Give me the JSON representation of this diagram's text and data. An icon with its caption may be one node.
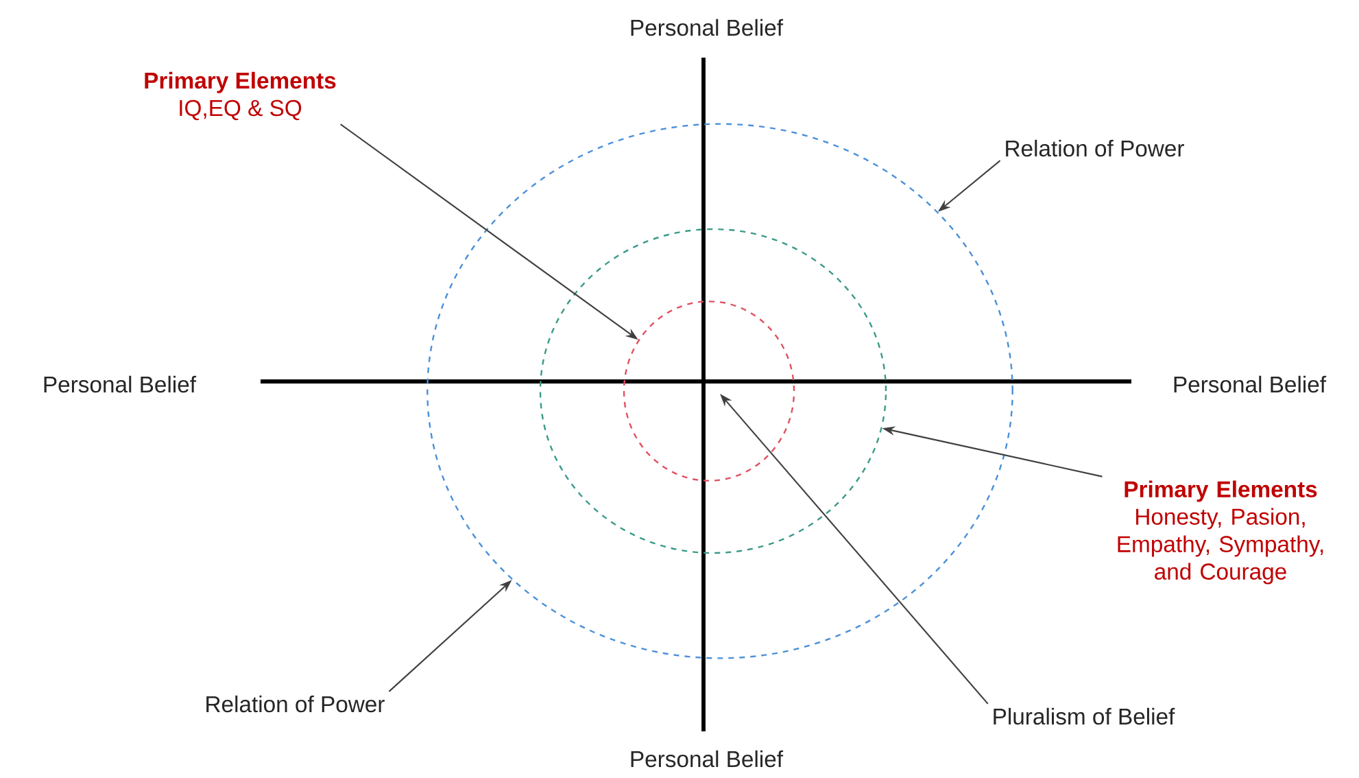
{
  "diagram": {
    "nodes": [
      {
        "text": [
          "Primary Elements",
          "IQ,EQ & SQ"
        ]
      },
      {
        "text": [],
        "shape": "circle"
      },
      {
        "text": [],
        "shape": "circle",
        "in": 1
      },
      {
        "text": [],
        "shape": "circle",
        "in": 2
      },
      {
        "text": [
          "Relation of Power"
        ]
      },
      {
        "text": [
          "Primary Elements",
          "Honesty, Pasion, Empathy, Sympathy, and Courage"
        ]
      },
      {
        "text": [
          "Relation of Power"
        ]
      },
      {
        "text": [
          "Pluralism of Belief"
        ]
      }
    ],
    "edges": [
      {
        "from": 0,
        "to": 3,
        "arrow": "to"
      },
      {
        "from": 4,
        "to": 1,
        "arrow": "to"
      },
      {
        "from": 5,
        "to": 2,
        "arrow": "to"
      },
      {
        "from": 6,
        "to": 1,
        "arrow": "to"
      },
      {
        "from": 7,
        "to": 3,
        "arrow": "to"
      }
    ],
    "labels": [
      "Personal Belief",
      "Personal Belief",
      "Personal Belief",
      "Personal Belief"
    ]
  }
}
